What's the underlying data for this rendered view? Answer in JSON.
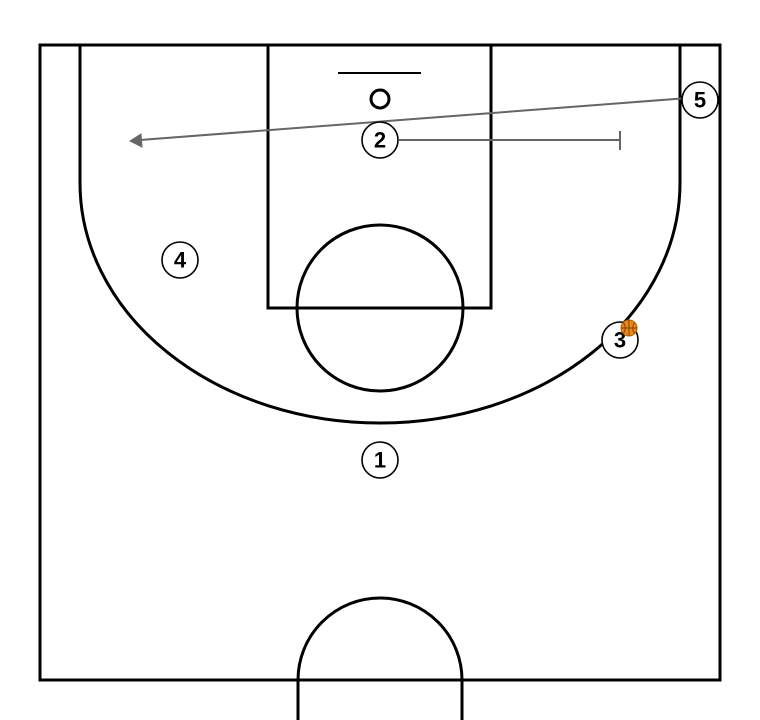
{
  "diagram": {
    "colors": {
      "court_lines": "#000000",
      "movement_lines": "#666666",
      "ball": "#e8891b",
      "background": "#ffffff"
    },
    "players": [
      {
        "id": "p1",
        "label": "1"
      },
      {
        "id": "p2",
        "label": "2"
      },
      {
        "id": "p3",
        "label": "3",
        "has_ball": true
      },
      {
        "id": "p4",
        "label": "4"
      },
      {
        "id": "p5",
        "label": "5"
      }
    ],
    "movements": [
      {
        "from": "5",
        "type": "cut",
        "end": "arrow"
      },
      {
        "from": "2",
        "type": "screen",
        "end": "bar"
      }
    ],
    "icons": {
      "ball": "basketball-icon",
      "rim": "basket-rim-icon"
    }
  }
}
